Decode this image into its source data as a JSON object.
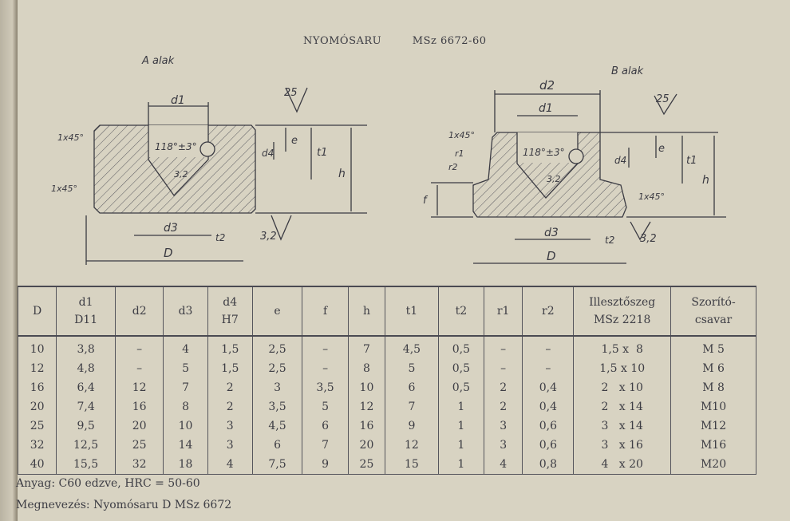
{
  "title": {
    "name": "NYOMÓSARU",
    "standard": "MSz 6672-60"
  },
  "drawing_a": {
    "label": "A alak",
    "d1": "d1",
    "d3": "d3",
    "D": "D",
    "chamfer_top": "1x45°",
    "chamfer_bottom": "1x45°",
    "angle": "118°±3°",
    "angle_small": "3,2",
    "rough_top": "25",
    "rough_bottom": "3,2",
    "e": "e",
    "d4": "d4",
    "t1": "t1",
    "h": "h",
    "t2": "t2"
  },
  "drawing_b": {
    "label": "B alak",
    "d1": "d1",
    "d2": "d2",
    "d3": "d3",
    "D": "D",
    "chamfer_top": "1x45°",
    "chamfer_bottom": "1x45°",
    "angle": "118°±3°",
    "angle_small": "3,2",
    "rough_top": "25",
    "rough_bottom": "3,2",
    "e": "e",
    "d4": "d4",
    "t1": "t1",
    "h": "h",
    "t2": "t2",
    "f": "f",
    "r1": "r1",
    "r2": "r2"
  },
  "table": {
    "headers": [
      "D",
      "d1\nD11",
      "d2",
      "d3",
      "d4\nH7",
      "e",
      "f",
      "h",
      "t1",
      "t2",
      "r1",
      "r2",
      "Illesztőszeg\nMSz 2218",
      "Szorító-\ncsavar"
    ],
    "rows": [
      [
        "10",
        "3,8",
        "–",
        "4",
        "1,5",
        "2,5",
        "–",
        "7",
        "4,5",
        "0,5",
        "–",
        "–",
        "1,5 x  8",
        "M 5"
      ],
      [
        "12",
        "4,8",
        "–",
        "5",
        "1,5",
        "2,5",
        "–",
        "8",
        "5",
        "0,5",
        "–",
        "–",
        "1,5 x 10",
        "M 6"
      ],
      [
        "16",
        "6,4",
        "12",
        "7",
        "2",
        "3",
        "3,5",
        "10",
        "6",
        "0,5",
        "2",
        "0,4",
        "2   x 10",
        "M 8"
      ],
      [
        "20",
        "7,4",
        "16",
        "8",
        "2",
        "3,5",
        "5",
        "12",
        "7",
        "1",
        "2",
        "0,4",
        "2   x 14",
        "M10"
      ],
      [
        "25",
        "9,5",
        "20",
        "10",
        "3",
        "4,5",
        "6",
        "16",
        "9",
        "1",
        "3",
        "0,6",
        "3   x 14",
        "M12"
      ],
      [
        "32",
        "12,5",
        "25",
        "14",
        "3",
        "6",
        "7",
        "20",
        "12",
        "1",
        "3",
        "0,6",
        "3   x 16",
        "M16"
      ],
      [
        "40",
        "15,5",
        "32",
        "18",
        "4",
        "7,5",
        "9",
        "25",
        "15",
        "1",
        "4",
        "0,8",
        "4   x 20",
        "M20"
      ]
    ]
  },
  "footer": {
    "material": "Anyag: C60 edzve, HRC = 50-60",
    "designation": "Megnevezés: Nyomósaru D MSz 6672"
  }
}
